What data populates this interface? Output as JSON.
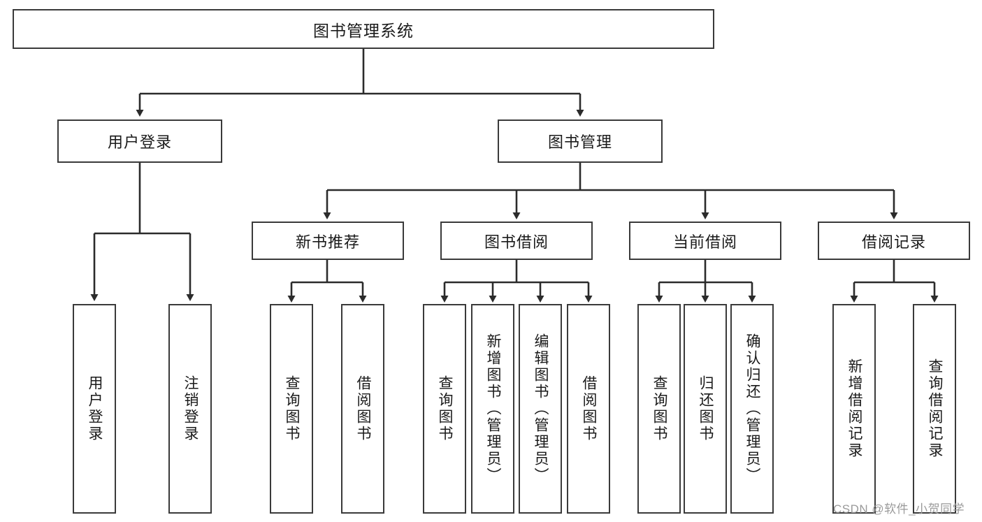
{
  "diagram": {
    "type": "tree-hierarchy",
    "title": "图书管理系统",
    "root": {
      "id": "root",
      "label": "图书管理系统",
      "orientation": "horizontal"
    },
    "level2": [
      {
        "id": "user-login",
        "label": "用户登录",
        "orientation": "horizontal"
      },
      {
        "id": "book-management",
        "label": "图书管理",
        "orientation": "horizontal"
      }
    ],
    "level3": [
      {
        "id": "new-book-recommend",
        "label": "新书推荐",
        "parent": "book-management",
        "orientation": "horizontal"
      },
      {
        "id": "book-borrow",
        "label": "图书借阅",
        "parent": "book-management",
        "orientation": "horizontal"
      },
      {
        "id": "current-borrow",
        "label": "当前借阅",
        "parent": "book-management",
        "orientation": "horizontal"
      },
      {
        "id": "borrow-record",
        "label": "借阅记录",
        "parent": "book-management",
        "orientation": "horizontal"
      }
    ],
    "leaves": [
      {
        "id": "leaf-user-login",
        "label": "用户登录",
        "parent": "user-login",
        "orientation": "vertical"
      },
      {
        "id": "leaf-logout",
        "label": "注销登录",
        "parent": "user-login",
        "orientation": "vertical"
      },
      {
        "id": "leaf-query-book-1",
        "label": "查询图书",
        "parent": "new-book-recommend",
        "orientation": "vertical"
      },
      {
        "id": "leaf-borrow-book-1",
        "label": "借阅图书",
        "parent": "new-book-recommend",
        "orientation": "vertical"
      },
      {
        "id": "leaf-query-book-2",
        "label": "查询图书",
        "parent": "book-borrow",
        "orientation": "vertical"
      },
      {
        "id": "leaf-add-book",
        "label": "新增图书（管理员）",
        "parent": "book-borrow",
        "orientation": "vertical"
      },
      {
        "id": "leaf-edit-book",
        "label": "编辑图书（管理员）",
        "parent": "book-borrow",
        "orientation": "vertical"
      },
      {
        "id": "leaf-borrow-book-2",
        "label": "借阅图书",
        "parent": "book-borrow",
        "orientation": "vertical"
      },
      {
        "id": "leaf-query-book-3",
        "label": "查询图书",
        "parent": "current-borrow",
        "orientation": "vertical"
      },
      {
        "id": "leaf-return-book",
        "label": "归还图书",
        "parent": "current-borrow",
        "orientation": "vertical"
      },
      {
        "id": "leaf-confirm-return",
        "label": "确认归还（管理员）",
        "parent": "current-borrow",
        "orientation": "vertical"
      },
      {
        "id": "leaf-add-record",
        "label": "新增借阅记录",
        "parent": "borrow-record",
        "orientation": "vertical"
      },
      {
        "id": "leaf-query-record",
        "label": "查询借阅记录",
        "parent": "borrow-record",
        "orientation": "vertical"
      }
    ],
    "colors": {
      "border": "#3a3a3a",
      "connector": "#2b2b2b",
      "text": "#1a1a1a",
      "background": "#ffffff",
      "watermark": "#9a9a9a"
    }
  },
  "watermark": {
    "text": "CSDN @软件_小贺同学"
  }
}
